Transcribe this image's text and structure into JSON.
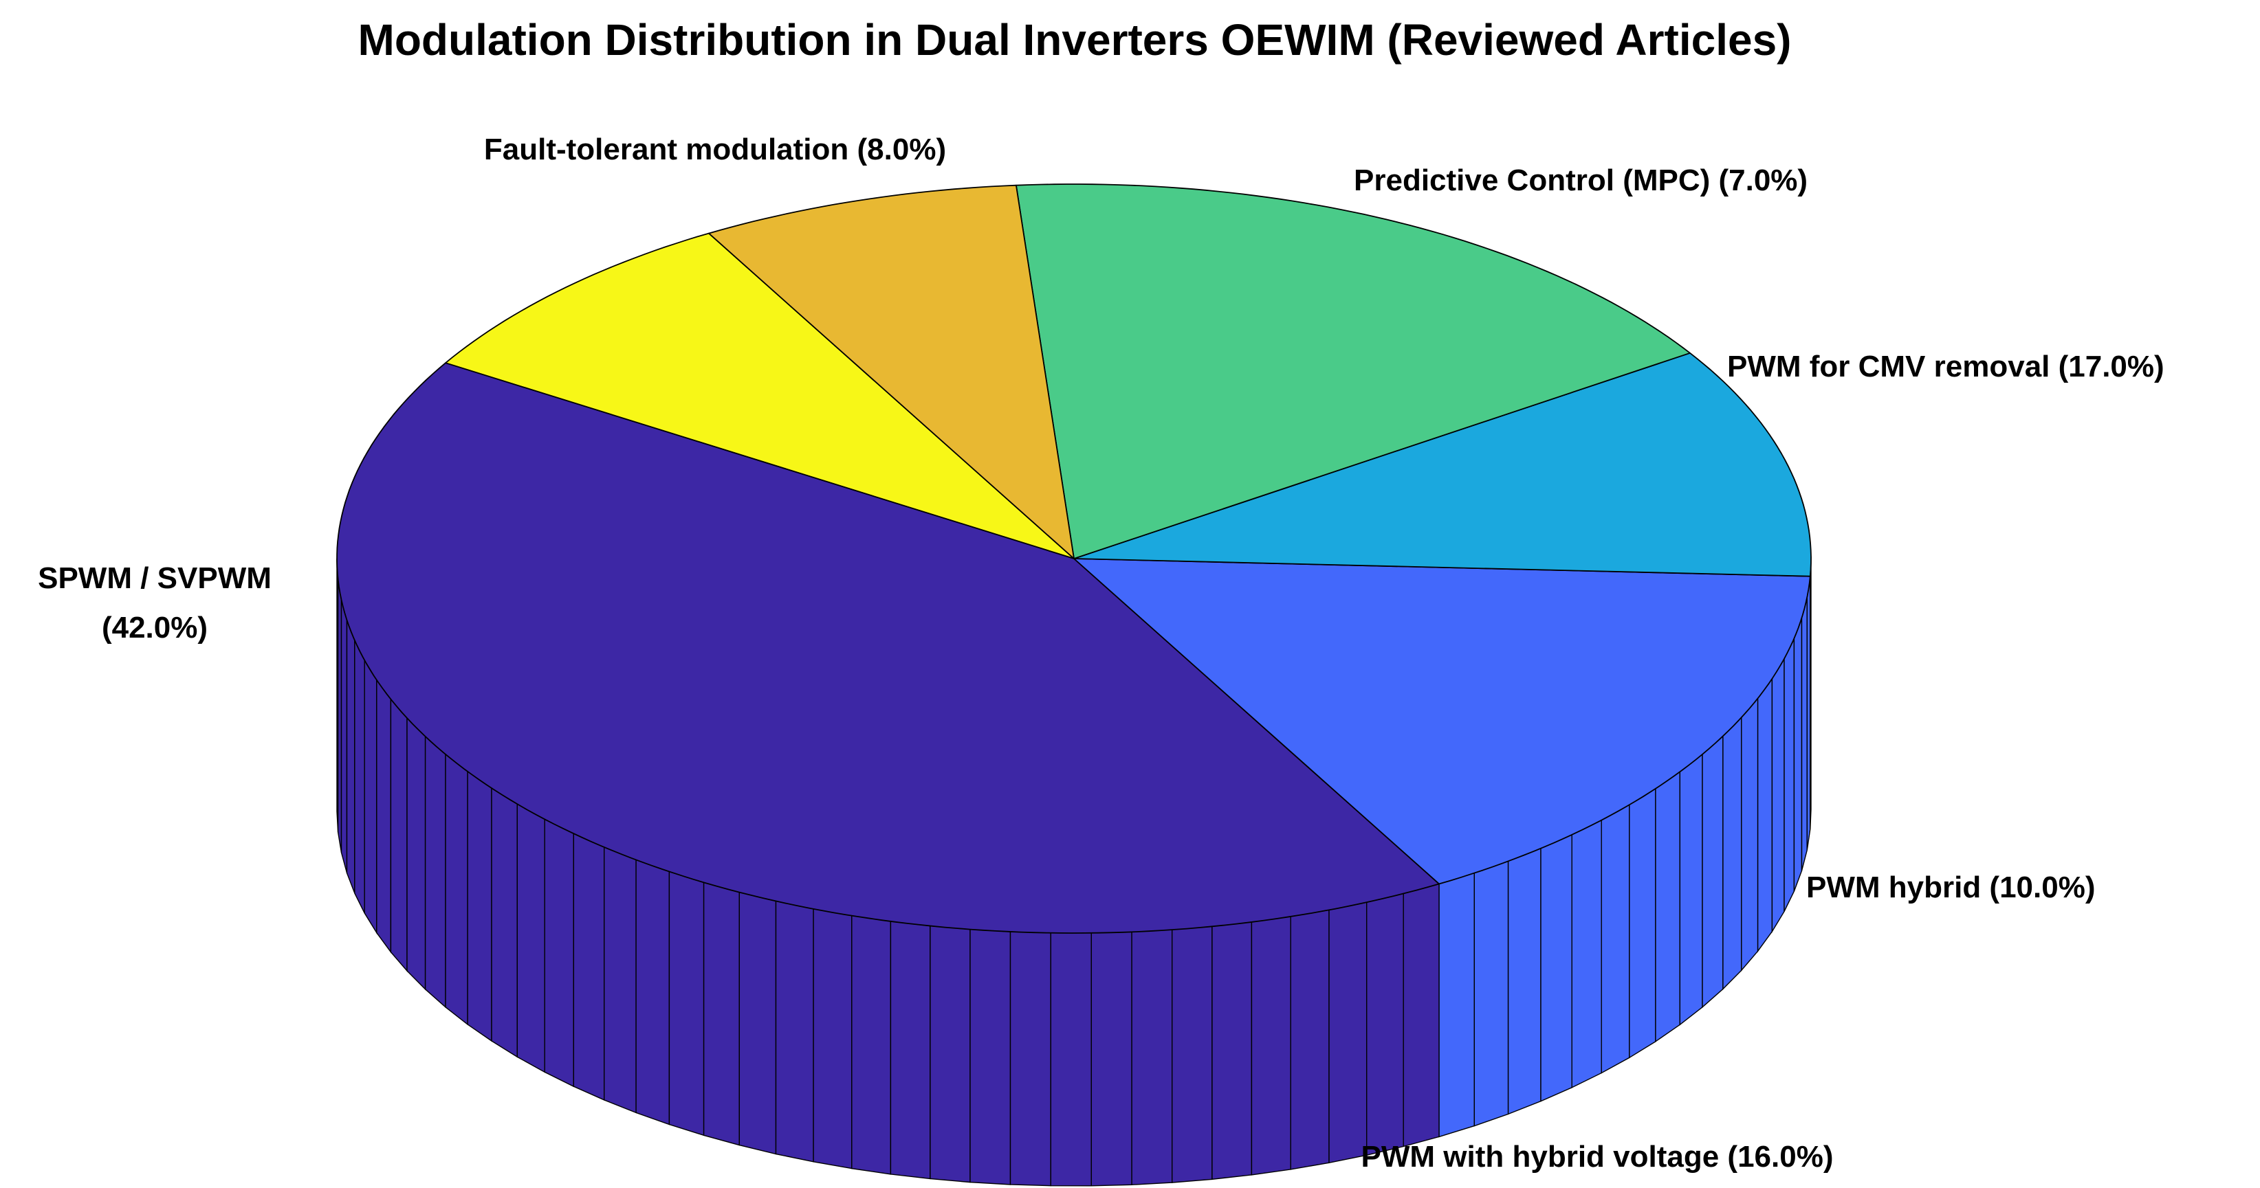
{
  "chart_data": {
    "type": "pie",
    "title": "Modulation Distribution in Dual Inverters OEWIM (Reviewed Articles)",
    "slices": [
      {
        "label": "Fault-tolerant modulation (8.0%)",
        "value": 8.0,
        "color": "#F7F717"
      },
      {
        "label": "SPWM / SVPWM (42.0%)",
        "lines": [
          "SPWM / SVPWM",
          "(42.0%)"
        ],
        "value": 42.0,
        "color": "#3D27A5"
      },
      {
        "label": "PWM with hybrid voltage (16.0%)",
        "value": 16.0,
        "color": "#4368FB"
      },
      {
        "label": "PWM hybrid (10.0%)",
        "value": 10.0,
        "color": "#1BA8DE"
      },
      {
        "label": "PWM for CMV removal (17.0%)",
        "value": 17.0,
        "color": "#4ACB89"
      },
      {
        "label": "Predictive Control (MPC) (7.0%)",
        "value": 7.0,
        "color": "#E8B832"
      }
    ]
  }
}
